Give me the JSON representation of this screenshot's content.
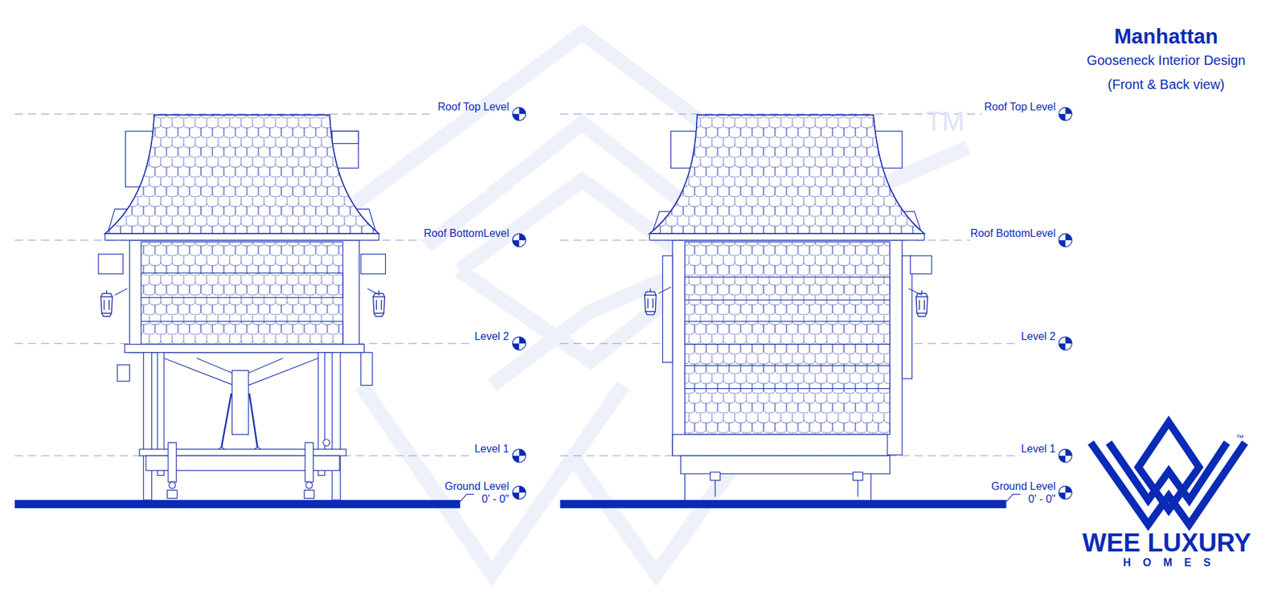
{
  "diagram": {
    "title": "Manhattan",
    "labels": [
      "Gooseneck Interior Design",
      "(Front & Back view)",
      "Roof Top Level",
      "Roof BottomLevel",
      "Level 2",
      "Level 1",
      "Ground Level",
      "0' - 0\"",
      "Roof Top Level",
      "Roof BottomLevel",
      "Level 2",
      "Level 1",
      "Ground Level",
      "0' - 0\"",
      "TM",
      "™",
      "WEE LUXURY",
      "HOMES"
    ]
  }
}
